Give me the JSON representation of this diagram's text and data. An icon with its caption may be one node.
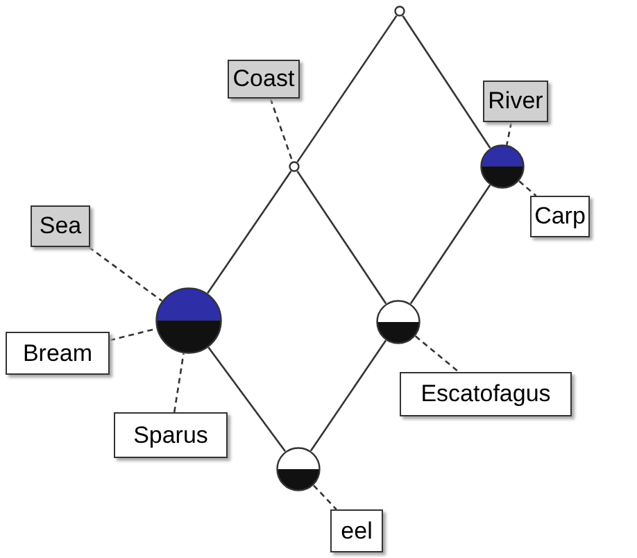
{
  "diagram": {
    "nodes": [
      {
        "text": [],
        "shape": "circle"
      },
      {
        "text": [
          "Coast"
        ]
      },
      {
        "text": [
          "River"
        ]
      },
      {
        "text": [],
        "shape": "circle"
      },
      {
        "text": [],
        "shape": "circle"
      },
      {
        "text": [
          "Carp"
        ]
      },
      {
        "text": [
          "Sea"
        ]
      },
      {
        "text": [],
        "shape": "circle"
      },
      {
        "text": [],
        "shape": "circle"
      },
      {
        "text": [
          "Bream"
        ]
      },
      {
        "text": [
          "Escatofagus"
        ]
      },
      {
        "text": [
          "Sparus"
        ]
      },
      {
        "text": [],
        "shape": "circle"
      },
      {
        "text": [
          "eel"
        ]
      }
    ],
    "edges": [
      {
        "from": 0,
        "to": 3,
        "arrow": "none"
      },
      {
        "from": 0,
        "to": 4,
        "arrow": "none"
      },
      {
        "from": 3,
        "to": 7,
        "arrow": "none"
      },
      {
        "from": 3,
        "to": 8,
        "arrow": "none"
      },
      {
        "from": 4,
        "to": 8,
        "arrow": "none"
      },
      {
        "from": 7,
        "to": 12,
        "arrow": "none"
      },
      {
        "from": 8,
        "to": 12,
        "arrow": "none"
      },
      {
        "from": 1,
        "to": 3,
        "arrow": "none",
        "style": "dashed"
      },
      {
        "from": 2,
        "to": 4,
        "arrow": "none",
        "style": "dashed"
      },
      {
        "from": 4,
        "to": 5,
        "arrow": "none",
        "style": "dashed"
      },
      {
        "from": 6,
        "to": 7,
        "arrow": "none",
        "style": "dashed"
      },
      {
        "from": 9,
        "to": 7,
        "arrow": "none",
        "style": "dashed"
      },
      {
        "from": 11,
        "to": 7,
        "arrow": "none",
        "style": "dashed"
      },
      {
        "from": 8,
        "to": 10,
        "arrow": "none",
        "style": "dashed"
      },
      {
        "from": 12,
        "to": 13,
        "arrow": "none",
        "style": "dashed"
      }
    ]
  }
}
